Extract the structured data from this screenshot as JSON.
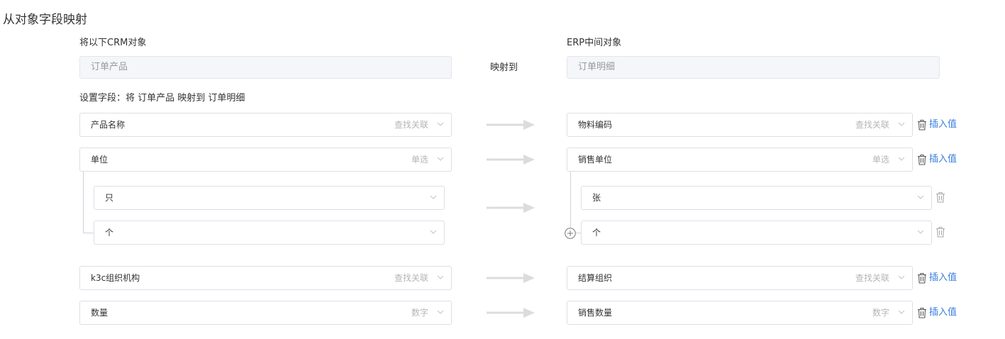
{
  "title": "从对象字段映射",
  "source": {
    "label": "将以下CRM对象",
    "value": "订单产品"
  },
  "map_to_label": "映射到",
  "target": {
    "label": "ERP中间对象",
    "value": "订单明细"
  },
  "set_fields_label": "设置字段：将 订单产品 映射到 订单明细",
  "insert_value_label": "插入值",
  "rows": [
    {
      "left_value": "产品名称",
      "left_type": "查找关联",
      "right_value": "物料编码",
      "right_type": "查找关联"
    },
    {
      "left_value": "单位",
      "left_type": "单选",
      "right_value": "销售单位",
      "right_type": "单选"
    },
    {
      "left_value": "k3c组织机构",
      "left_type": "查找关联",
      "right_value": "结算组织",
      "right_type": "查找关联"
    },
    {
      "left_value": "数量",
      "left_type": "数字",
      "right_value": "销售数量",
      "right_type": "数字"
    }
  ],
  "option_map": [
    {
      "left": "只",
      "right": "张"
    },
    {
      "left": "个",
      "right": "个"
    }
  ],
  "icons": {
    "arrow": "arrow-right-icon",
    "chevron": "chevron-down-icon",
    "trash": "trash-icon",
    "plus": "plus-circle-icon"
  },
  "colors": {
    "link": "#3b7fdd",
    "arrow": "#dcdcdc",
    "border": "#dcdfe6",
    "readonly_bg": "#f4f6f9"
  }
}
